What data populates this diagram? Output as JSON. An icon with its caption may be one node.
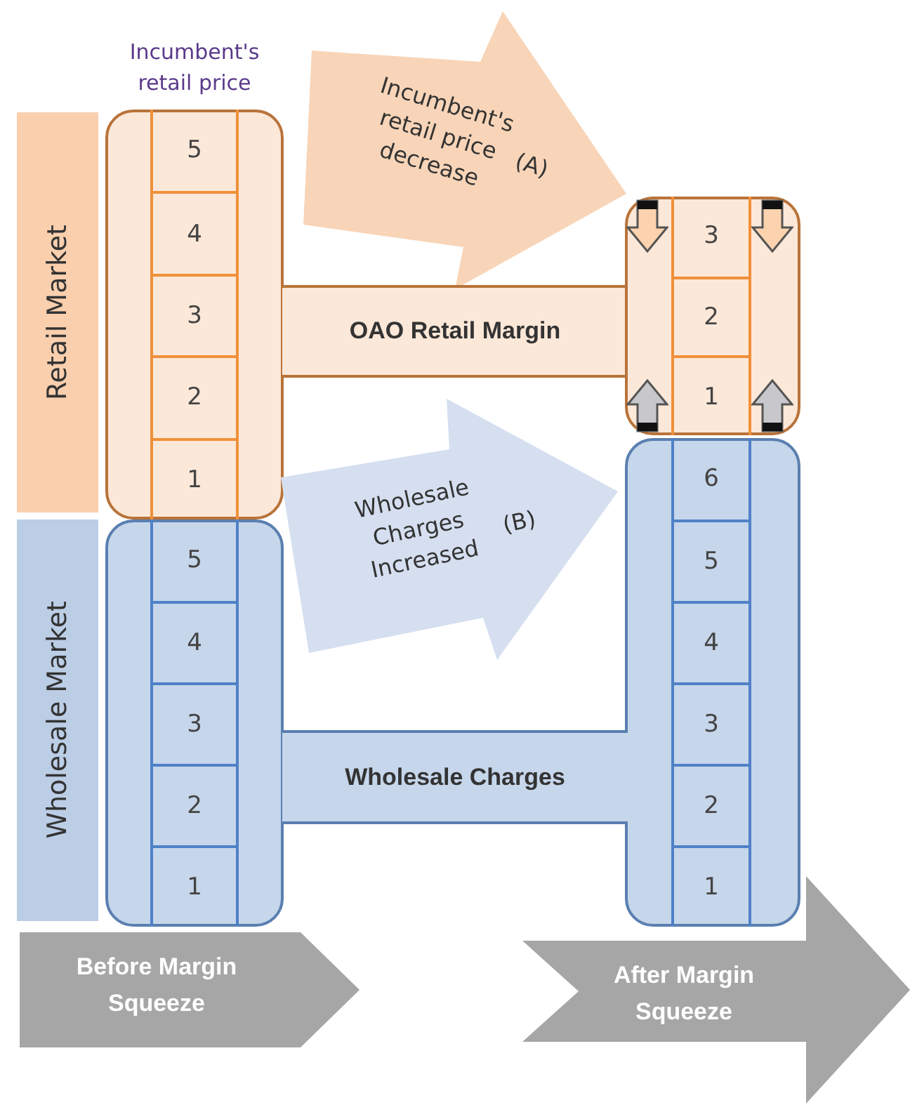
{
  "diagram": {
    "nodes": [
      {
        "text": [
          "Retail Market"
        ]
      },
      {
        "text": [
          "Wholesale Market"
        ]
      },
      {
        "text": [
          "Incumbent's retail price"
        ]
      },
      {
        "text": [
          "5"
        ],
        "in": 2
      },
      {
        "text": [
          "4"
        ],
        "in": 2
      },
      {
        "text": [
          "3"
        ],
        "in": 2
      },
      {
        "text": [
          "2"
        ],
        "in": 2
      },
      {
        "text": [
          "1"
        ],
        "in": 2
      },
      {
        "text": [],
        "shape": "box"
      },
      {
        "text": [
          "5"
        ],
        "in": 8
      },
      {
        "text": [
          "4"
        ],
        "in": 8
      },
      {
        "text": [
          "3"
        ],
        "in": 8
      },
      {
        "text": [
          "2"
        ],
        "in": 8
      },
      {
        "text": [
          "1"
        ],
        "in": 8
      },
      {
        "text": [
          "Incumbent's retail price decrease",
          "(A)"
        ]
      },
      {
        "text": [
          "OAO Retail Margin"
        ]
      },
      {
        "text": [],
        "shape": "box"
      },
      {
        "text": [
          "3"
        ],
        "in": 16
      },
      {
        "text": [
          "2"
        ],
        "in": 16
      },
      {
        "text": [
          "1"
        ],
        "in": 16
      },
      {
        "text": [
          "Wholesale Charges Increased",
          "(B)"
        ]
      },
      {
        "text": [],
        "shape": "box"
      },
      {
        "text": [
          "6"
        ],
        "in": 21
      },
      {
        "text": [
          "5"
        ],
        "in": 21
      },
      {
        "text": [
          "4"
        ],
        "in": 21
      },
      {
        "text": [
          "3"
        ],
        "in": 21
      },
      {
        "text": [
          "2"
        ],
        "in": 21
      },
      {
        "text": [
          "1"
        ],
        "in": 21
      },
      {
        "text": [
          "Wholesale Charges"
        ]
      },
      {
        "text": [
          "Before Margin Squeeze"
        ]
      },
      {
        "text": [
          "After Margin Squeeze"
        ]
      }
    ],
    "edges": [
      {
        "from": 14,
        "to": 17,
        "arrow": "to"
      },
      {
        "from": 20,
        "to": 19,
        "arrow": "to"
      }
    ]
  }
}
